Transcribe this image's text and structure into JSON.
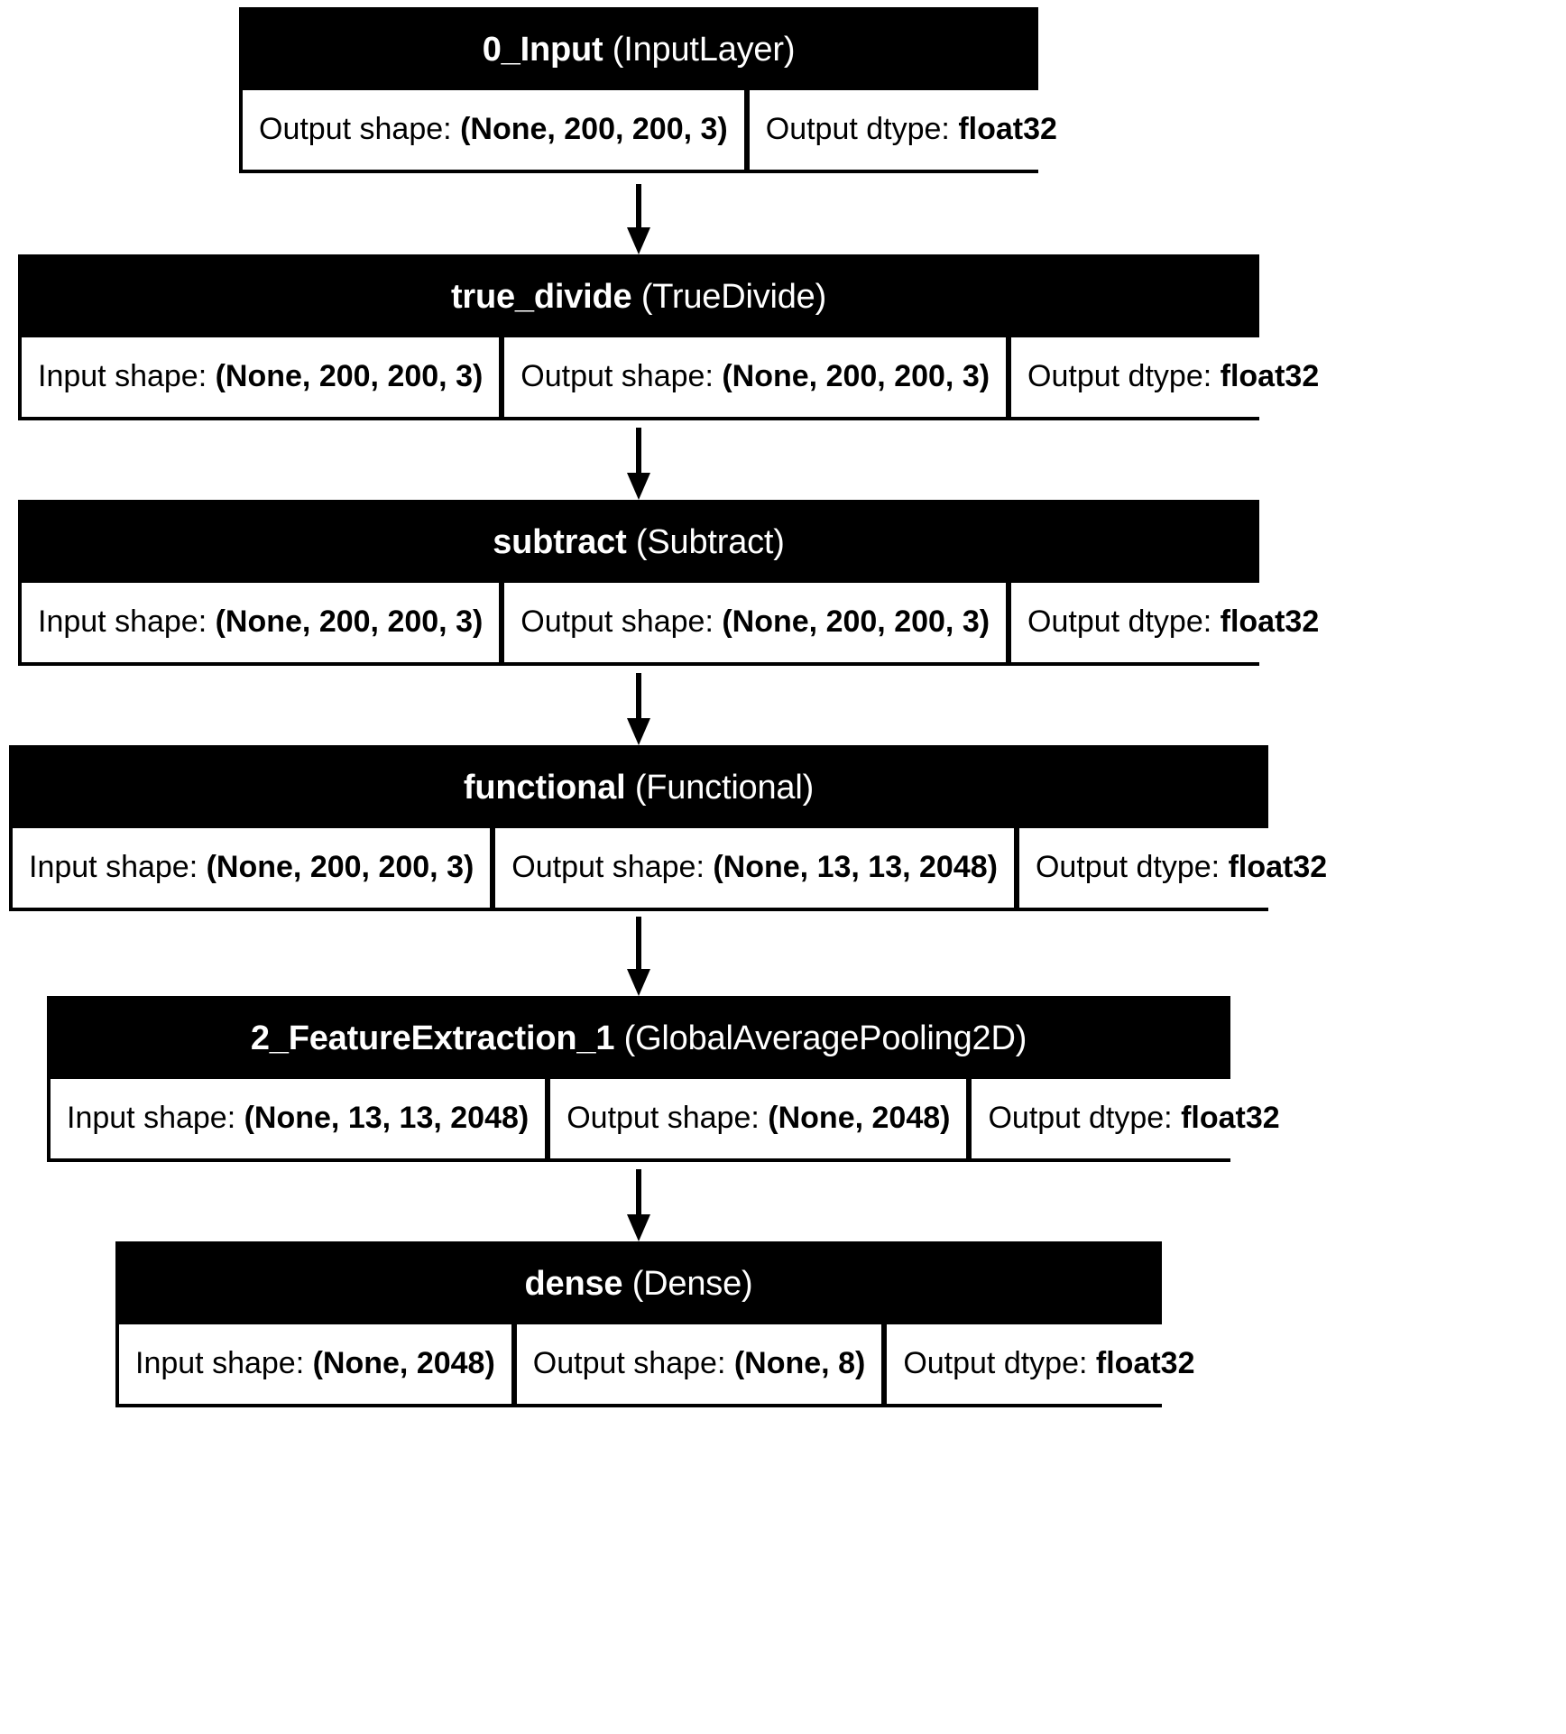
{
  "diagram": {
    "type": "keras-model-plot",
    "background_color": "#ffffff",
    "header_color": "#000000",
    "header_text_color": "#ffffff",
    "cell_color": "#ffffff",
    "cell_text_color": "#000000",
    "edge_color": "#000000",
    "labels": {
      "input_shape": "Input shape:",
      "output_shape": "Output shape:",
      "output_dtype": "Output dtype:"
    },
    "nodes": [
      {
        "id": "0_input",
        "name": "0_Input",
        "class": "(InputLayer)",
        "cells": [
          {
            "label": "Output shape:",
            "value": "(None, 200, 200, 3)"
          },
          {
            "label": "Output dtype:",
            "value": "float32"
          }
        ]
      },
      {
        "id": "true_divide",
        "name": "true_divide",
        "class": "(TrueDivide)",
        "cells": [
          {
            "label": "Input shape:",
            "value": "(None, 200, 200, 3)"
          },
          {
            "label": "Output shape:",
            "value": "(None, 200, 200, 3)"
          },
          {
            "label": "Output dtype:",
            "value": "float32"
          }
        ]
      },
      {
        "id": "subtract",
        "name": "subtract",
        "class": "(Subtract)",
        "cells": [
          {
            "label": "Input shape:",
            "value": "(None, 200, 200, 3)"
          },
          {
            "label": "Output shape:",
            "value": "(None, 200, 200, 3)"
          },
          {
            "label": "Output dtype:",
            "value": "float32"
          }
        ]
      },
      {
        "id": "functional",
        "name": "functional",
        "class": "(Functional)",
        "cells": [
          {
            "label": "Input shape:",
            "value": "(None, 200, 200, 3)"
          },
          {
            "label": "Output shape:",
            "value": "(None, 13, 13, 2048)"
          },
          {
            "label": "Output dtype:",
            "value": "float32"
          }
        ]
      },
      {
        "id": "2_featureextraction_1",
        "name": "2_FeatureExtraction_1",
        "class": "(GlobalAveragePooling2D)",
        "cells": [
          {
            "label": "Input shape:",
            "value": "(None, 13, 13, 2048)"
          },
          {
            "label": "Output shape:",
            "value": "(None, 2048)"
          },
          {
            "label": "Output dtype:",
            "value": "float32"
          }
        ]
      },
      {
        "id": "dense",
        "name": "dense",
        "class": "(Dense)",
        "cells": [
          {
            "label": "Input shape:",
            "value": "(None, 2048)"
          },
          {
            "label": "Output shape:",
            "value": "(None, 8)"
          },
          {
            "label": "Output dtype:",
            "value": "float32"
          }
        ]
      }
    ],
    "edges": [
      {
        "from": "0_input",
        "to": "true_divide"
      },
      {
        "from": "true_divide",
        "to": "subtract"
      },
      {
        "from": "subtract",
        "to": "functional"
      },
      {
        "from": "functional",
        "to": "2_featureextraction_1"
      },
      {
        "from": "2_featureextraction_1",
        "to": "dense"
      }
    ]
  }
}
